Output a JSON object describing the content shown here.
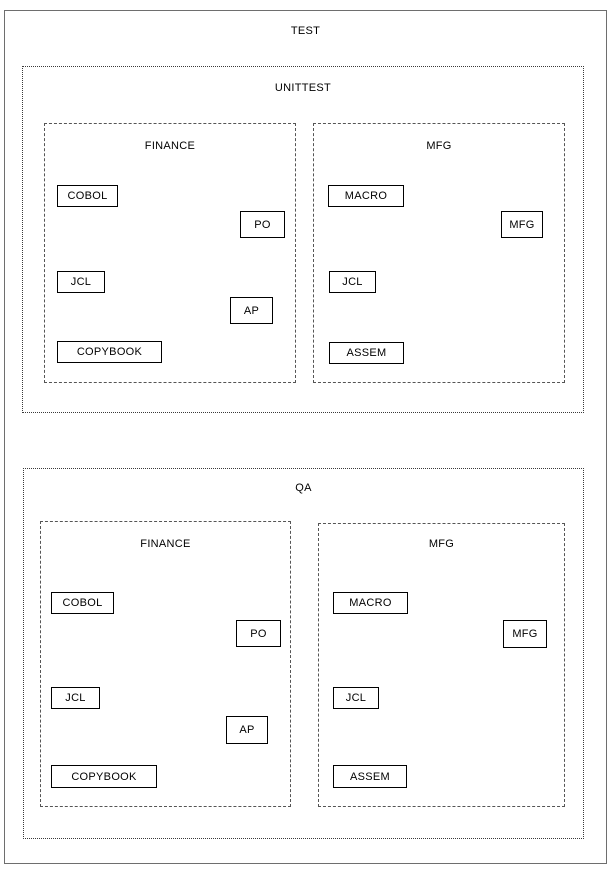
{
  "diagram": {
    "type": "nested-container-diagram",
    "root": {
      "label": "TEST",
      "border_style": "solid",
      "color": "#6e6e6e"
    },
    "environments": [
      {
        "label": "UNITTEST",
        "border_style": "dotted",
        "applications": [
          {
            "label": "FINANCE",
            "border_style": "dashed",
            "libraries": [
              {
                "label": "COBOL"
              },
              {
                "label": "PO"
              },
              {
                "label": "JCL"
              },
              {
                "label": "AP"
              },
              {
                "label": "COPYBOOK"
              }
            ]
          },
          {
            "label": "MFG",
            "border_style": "dashed",
            "libraries": [
              {
                "label": "MACRO"
              },
              {
                "label": "MFG"
              },
              {
                "label": "JCL"
              },
              {
                "label": "ASSEM"
              }
            ]
          }
        ]
      },
      {
        "label": "QA",
        "border_style": "dotted",
        "applications": [
          {
            "label": "FINANCE",
            "border_style": "dashed",
            "libraries": [
              {
                "label": "COBOL"
              },
              {
                "label": "PO"
              },
              {
                "label": "JCL"
              },
              {
                "label": "AP"
              },
              {
                "label": "COPYBOOK"
              }
            ]
          },
          {
            "label": "MFG",
            "border_style": "dashed",
            "libraries": [
              {
                "label": "MACRO"
              },
              {
                "label": "MFG"
              },
              {
                "label": "JCL"
              },
              {
                "label": "ASSEM"
              }
            ]
          }
        ]
      }
    ]
  },
  "colors": {
    "outer_border": "#6e6e6e",
    "env_border": "#3a3a3a",
    "app_border": "#555555",
    "lib_border": "#000000",
    "background": "#ffffff",
    "text": "#000000"
  }
}
